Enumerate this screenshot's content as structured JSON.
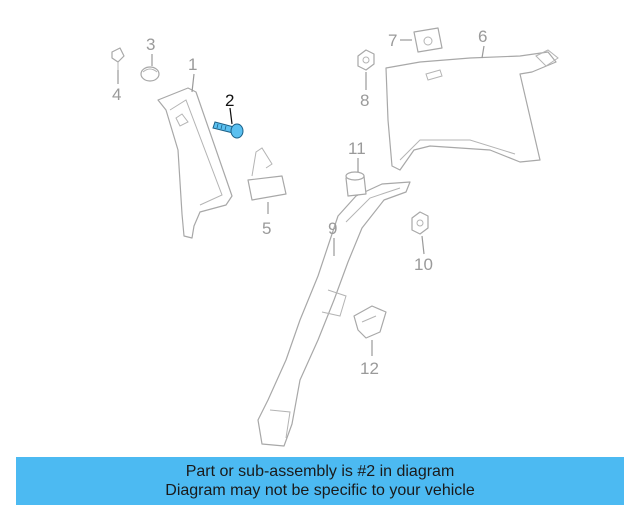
{
  "diagram": {
    "highlight_color": "#5bc0f0",
    "callouts": [
      {
        "id": "1",
        "text": "1"
      },
      {
        "id": "2",
        "text": "2"
      },
      {
        "id": "3",
        "text": "3"
      },
      {
        "id": "4",
        "text": "4"
      },
      {
        "id": "5",
        "text": "5"
      },
      {
        "id": "6",
        "text": "6"
      },
      {
        "id": "7",
        "text": "7"
      },
      {
        "id": "8",
        "text": "8"
      },
      {
        "id": "9",
        "text": "9"
      },
      {
        "id": "10",
        "text": "10"
      },
      {
        "id": "11",
        "text": "11"
      },
      {
        "id": "12",
        "text": "12"
      }
    ]
  },
  "banner": {
    "line1": "Part or sub-assembly is #2 in diagram",
    "line2": "Diagram may not be specific to your vehicle",
    "color": "#4cbaf2"
  }
}
